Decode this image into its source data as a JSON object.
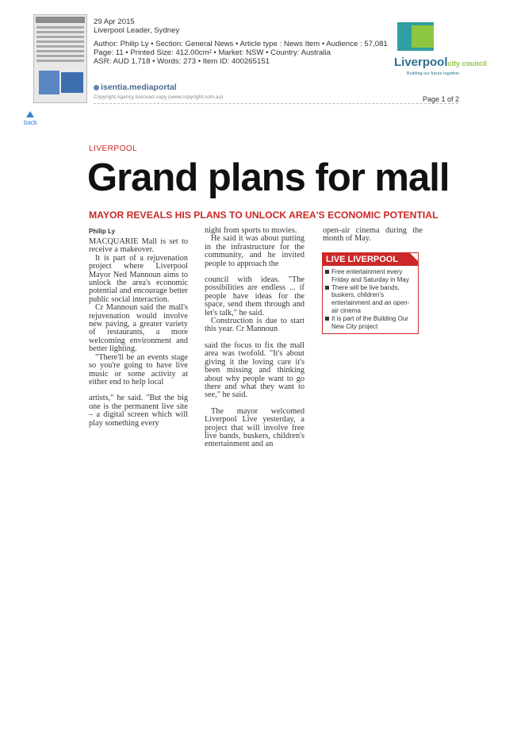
{
  "header": {
    "date": "29 Apr 2015",
    "publication": "Liverpool Leader, Sydney",
    "meta_lines": [
      "Author: Philip Ly • Section: General News • Article type : News Item • Audience : 57,081",
      "Page: 11 • Printed Size: 412.00cm² • Market: NSW • Country: Australia",
      "ASR: AUD 1,718 • Words: 273 • Item ID: 400265151"
    ],
    "brand": "isentia.mediaportal",
    "copyright": "Copyright Agency licensed copy (www.copyright.com.au)",
    "page_of": "Page 1 of 2"
  },
  "logo": {
    "word": "Liverpool",
    "word_small": "city council",
    "tagline": "Building our future together"
  },
  "nav": {
    "back_label": "back"
  },
  "article": {
    "section": "LIVERPOOL",
    "headline": "Grand plans for mall",
    "subheadline": "MAYOR REVEALS HIS PLANS TO UNLOCK AREA'S ECONOMIC POTENTIAL",
    "byline": "Philip Ly",
    "col1": [
      "MACQUARIE Mall is set to receive a makeover.",
      "It is part of a rejuvenation project where Liverpool Mayor Ned Mannoun aims to unlock the area's economic potential and encourage better public social interaction.",
      "Cr Mannoun said the mall's rejuvenation would involve new paving, a greater variety of restaurants, a more welcoming environment and better lighting.",
      "\"There'll be an events stage so you're going to have live music or some activity at either end to help local",
      "artists,\" he said. \"But the big one is the permanent live site – a digital screen which will play something every"
    ],
    "col2": [
      "night from sports to movies.",
      "He said it was about putting in the infrastructure for the community, and he invited people to approach the",
      "council with ideas. \"The possibilities are endless ... if people have ideas for the space, send them through and let's talk,\" he said.",
      "Construction is due to start this year. Cr Mannoun",
      "said the focus to fix the mall area was twofold. \"It's about giving it the loving care it's been missing and thinking about why people want to go there and what they want to see,\" he said.",
      "The mayor welcomed Liverpool Live yesterday, a project that will involve free live bands, buskers, children's entertainment and an"
    ],
    "col3": [
      "open-air cinema during the month of May."
    ]
  },
  "sidebar": {
    "title": "LIVE LIVERPOOL",
    "items": [
      "Free entertainment every Friday and Saturday in May",
      "There will be live bands, buskers, children's entertainment and an open-air cinema",
      "It is part of the Building Our New City project"
    ]
  }
}
